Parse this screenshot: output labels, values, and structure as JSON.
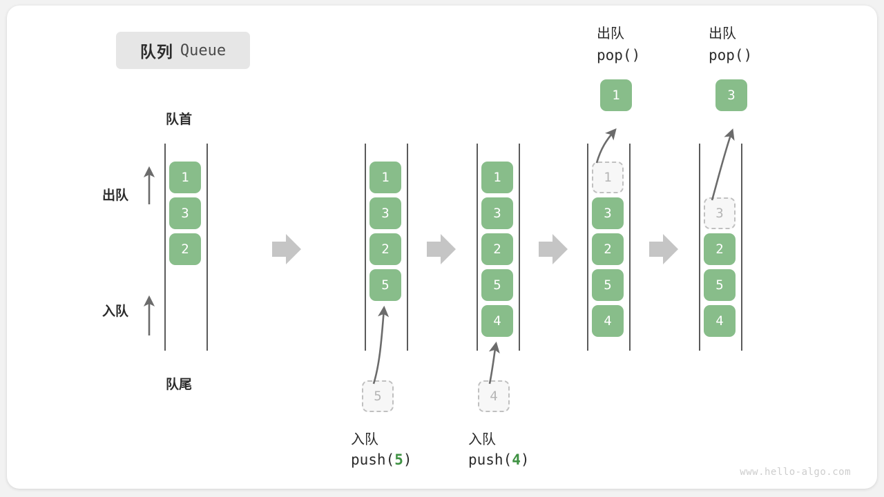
{
  "title": {
    "cn": "队列",
    "en": "Queue"
  },
  "labels": {
    "front": "队首",
    "rear": "队尾",
    "dequeue": "出队",
    "enqueue": "入队",
    "pop_call": "pop()",
    "push_prefix": "push(",
    "push_suffix": ")"
  },
  "watermark": "www.hello-algo.com",
  "colors": {
    "element": "#88bd8a",
    "ghost_fill": "#f7f7f7",
    "ghost_border": "#c0c0c0",
    "rail": "#5a5a5a",
    "arrow": "#6b6b6b",
    "step_arrow": "#c5c5c5",
    "highlight": "#3e9142",
    "badge_bg": "#e6e6e6",
    "card_bg": "#ffffff",
    "page_bg": "#f2f2f2"
  },
  "stages": [
    {
      "id": "initial",
      "top_label_cn": "",
      "top_label_mono": "",
      "popped_value": "",
      "items": [
        "1",
        "3",
        "2"
      ],
      "ghost_index": -1,
      "incoming_value": "",
      "bottom_label_cn": "",
      "bottom_label_mono": ""
    },
    {
      "id": "push-5",
      "top_label_cn": "",
      "top_label_mono": "",
      "popped_value": "",
      "items": [
        "1",
        "3",
        "2",
        "5"
      ],
      "ghost_index": -1,
      "incoming_value": "5",
      "bottom_label_cn": "入队",
      "bottom_label_mono": "push(5)"
    },
    {
      "id": "push-4",
      "top_label_cn": "",
      "top_label_mono": "",
      "popped_value": "",
      "items": [
        "1",
        "3",
        "2",
        "5",
        "4"
      ],
      "ghost_index": -1,
      "incoming_value": "4",
      "bottom_label_cn": "入队",
      "bottom_label_mono": "push(4)"
    },
    {
      "id": "pop-1",
      "top_label_cn": "出队",
      "top_label_mono": "pop()",
      "popped_value": "1",
      "items": [
        "1",
        "3",
        "2",
        "5",
        "4"
      ],
      "ghost_index": 0,
      "incoming_value": "",
      "bottom_label_cn": "",
      "bottom_label_mono": ""
    },
    {
      "id": "pop-3",
      "top_label_cn": "出队",
      "top_label_mono": "pop()",
      "popped_value": "3",
      "items": [
        "3",
        "2",
        "5",
        "4"
      ],
      "ghost_index": 0,
      "incoming_value": "",
      "bottom_label_cn": "",
      "bottom_label_mono": ""
    }
  ],
  "push_values": {
    "five": "5",
    "four": "4"
  }
}
